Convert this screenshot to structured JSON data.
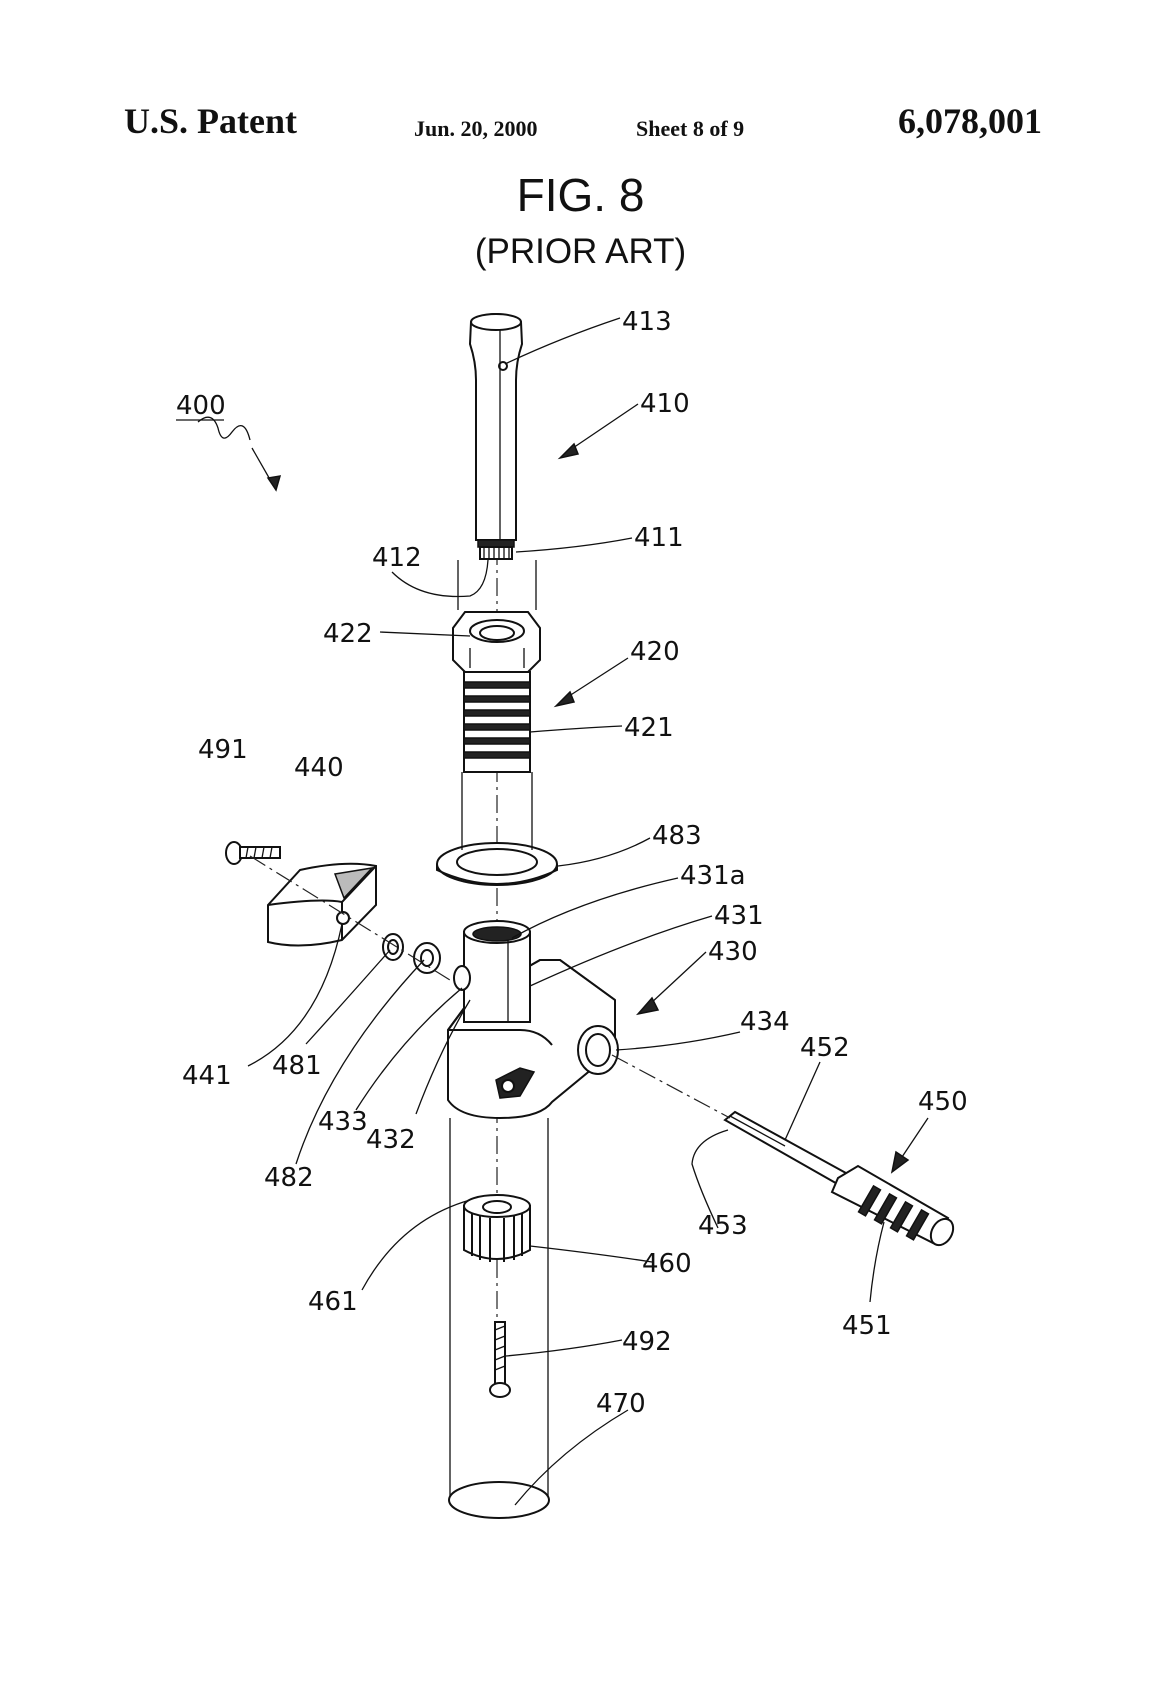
{
  "header": {
    "left": "U.S. Patent",
    "date": "Jun. 20, 2000",
    "sheet": "Sheet 8 of 9",
    "number": "6,078,001"
  },
  "figure": {
    "title": "FIG. 8",
    "subtitle": "(PRIOR ART)"
  },
  "labels": {
    "l400": "400",
    "l410": "410",
    "l411": "411",
    "l412": "412",
    "l413": "413",
    "l420": "420",
    "l421": "421",
    "l422": "422",
    "l430": "430",
    "l431": "431",
    "l431a": "431a",
    "l432": "432",
    "l433": "433",
    "l434": "434",
    "l440": "440",
    "l441": "441",
    "l450": "450",
    "l451": "451",
    "l452": "452",
    "l453": "453",
    "l460": "460",
    "l461": "461",
    "l470": "470",
    "l481": "481",
    "l482": "482",
    "l483": "483",
    "l491": "491",
    "l492": "492"
  }
}
